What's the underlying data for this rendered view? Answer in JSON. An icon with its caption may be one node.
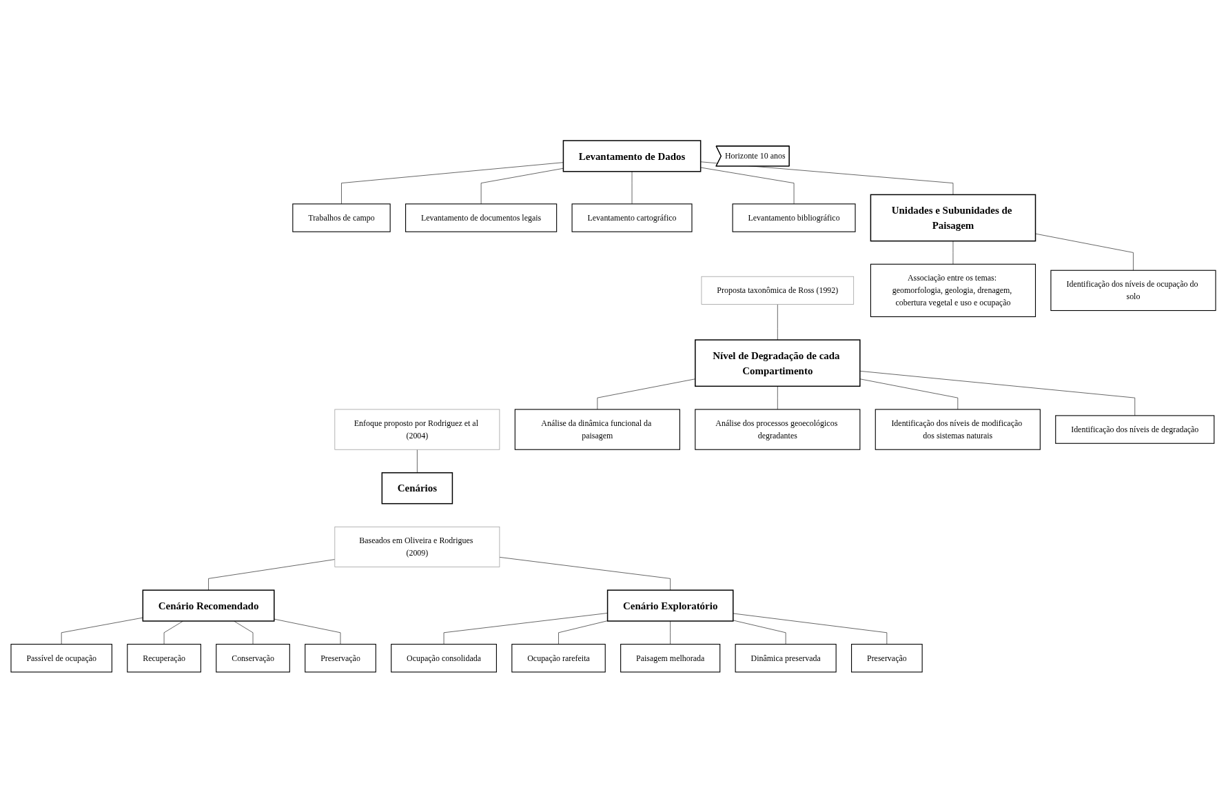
{
  "diagram": {
    "nodes": [
      {
        "text": [
          "Levantamento de Dados"
        ]
      },
      {
        "text": [
          "Trabalhos de campo"
        ]
      },
      {
        "text": [
          "Levantamento de documentos legais"
        ]
      },
      {
        "text": [
          "Levantamento cartográfico"
        ]
      },
      {
        "text": [
          "Levantamento bibliográfico"
        ]
      },
      {
        "text": [
          "Unidades e Subunidades de Paisagem"
        ]
      },
      {
        "text": [
          "Proposta taxonômica de Ross (1992)"
        ]
      },
      {
        "text": [
          "Associação entre os temas: geomorfologia, geologia, drenagem, cobertura vegetal e uso e ocupação"
        ]
      },
      {
        "text": [
          "Identificação dos níveis de ocupação do solo"
        ]
      },
      {
        "text": [
          "Nível de Degradação de cada Compartimento"
        ]
      },
      {
        "text": [
          "Enfoque proposto por Rodriguez et al (2004)"
        ]
      },
      {
        "text": [
          "Análise da dinâmica funcional da paisagem"
        ]
      },
      {
        "text": [
          "Análise dos processos geoecológicos degradantes"
        ]
      },
      {
        "text": [
          "Identificação dos níveis de modificação dos sistemas naturais"
        ]
      },
      {
        "text": [
          "Identificação dos níveis de degradação"
        ]
      },
      {
        "text": [
          "Cenários"
        ]
      },
      {
        "text": [
          "Baseados em Oliveira e Rodrigues (2009)"
        ]
      },
      {
        "text": [
          "Cenário Recomendado"
        ]
      },
      {
        "text": [
          "Cenário Exploratório"
        ]
      },
      {
        "text": [
          "Passível de ocupação"
        ]
      },
      {
        "text": [
          "Recuperação"
        ]
      },
      {
        "text": [
          "Conservação"
        ]
      },
      {
        "text": [
          "Preservação"
        ]
      },
      {
        "text": [
          "Ocupação consolidada"
        ]
      },
      {
        "text": [
          "Ocupação rarefeita"
        ]
      },
      {
        "text": [
          "Paisagem melhorada"
        ]
      },
      {
        "text": [
          "Dinâmica preservada"
        ]
      },
      {
        "text": [
          "Preservação"
        ]
      },
      {
        "text": [
          "Horizonte 10 anos"
        ]
      }
    ],
    "edges": [
      {
        "from": 0,
        "to": 1,
        "arrow": "none"
      },
      {
        "from": 0,
        "to": 2,
        "arrow": "none"
      },
      {
        "from": 0,
        "to": 3,
        "arrow": "none"
      },
      {
        "from": 0,
        "to": 4,
        "arrow": "none"
      },
      {
        "from": 0,
        "to": 5,
        "arrow": "none"
      },
      {
        "from": 5,
        "to": 7,
        "arrow": "none"
      },
      {
        "from": 5,
        "to": 8,
        "arrow": "none"
      },
      {
        "from": 6,
        "to": 9,
        "arrow": "none"
      },
      {
        "from": 9,
        "to": 11,
        "arrow": "none"
      },
      {
        "from": 9,
        "to": 12,
        "arrow": "none"
      },
      {
        "from": 9,
        "to": 13,
        "arrow": "none"
      },
      {
        "from": 9,
        "to": 14,
        "arrow": "none"
      },
      {
        "from": 10,
        "to": 15,
        "arrow": "none"
      },
      {
        "from": 16,
        "to": 17,
        "arrow": "none"
      },
      {
        "from": 16,
        "to": 18,
        "arrow": "none"
      },
      {
        "from": 17,
        "to": 19,
        "arrow": "none"
      },
      {
        "from": 17,
        "to": 20,
        "arrow": "none"
      },
      {
        "from": 17,
        "to": 21,
        "arrow": "none"
      },
      {
        "from": 17,
        "to": 22,
        "arrow": "none"
      },
      {
        "from": 18,
        "to": 23,
        "arrow": "none"
      },
      {
        "from": 18,
        "to": 24,
        "arrow": "none"
      },
      {
        "from": 18,
        "to": 25,
        "arrow": "none"
      },
      {
        "from": 18,
        "to": 26,
        "arrow": "none"
      },
      {
        "from": 18,
        "to": 27,
        "arrow": "none"
      }
    ]
  }
}
